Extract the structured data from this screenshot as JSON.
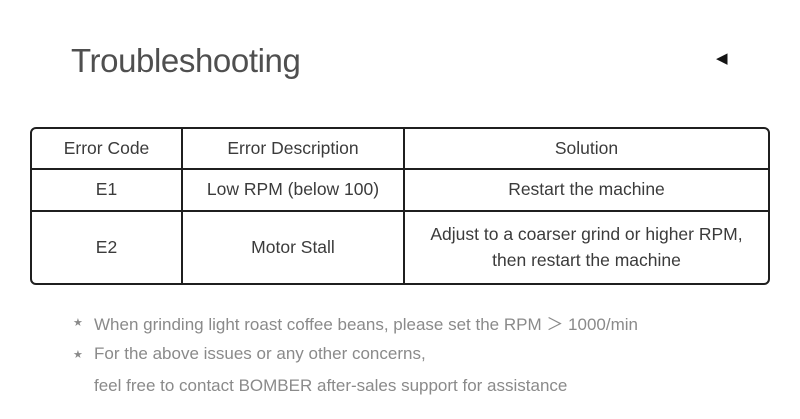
{
  "page": {
    "title": "Troubleshooting",
    "prev_icon": "◀"
  },
  "table": {
    "headers": [
      "Error Code",
      "Error Description",
      "Solution"
    ],
    "rows": [
      {
        "code": "E1",
        "description": "Low RPM (below 100)",
        "solution": [
          "Restart the machine"
        ]
      },
      {
        "code": "E2",
        "description": "Motor Stall",
        "solution": [
          "Adjust to a coarser grind or higher RPM,",
          "then restart the machine"
        ]
      }
    ]
  },
  "notes": {
    "marker": "★",
    "note1": "When grinding light roast coffee beans, please set the RPM ＞ 1000/min",
    "note2_line1": "For the above issues or any other concerns,",
    "note2_line2": "feel free to contact BOMBER after-sales support for assistance"
  },
  "colors": {
    "title_text": "#4f4f4f",
    "table_border": "#1f1f1f",
    "table_text": "#3b3b3b",
    "note_text": "#8a8a8a",
    "arrow": "#141414",
    "background": "#ffffff"
  }
}
